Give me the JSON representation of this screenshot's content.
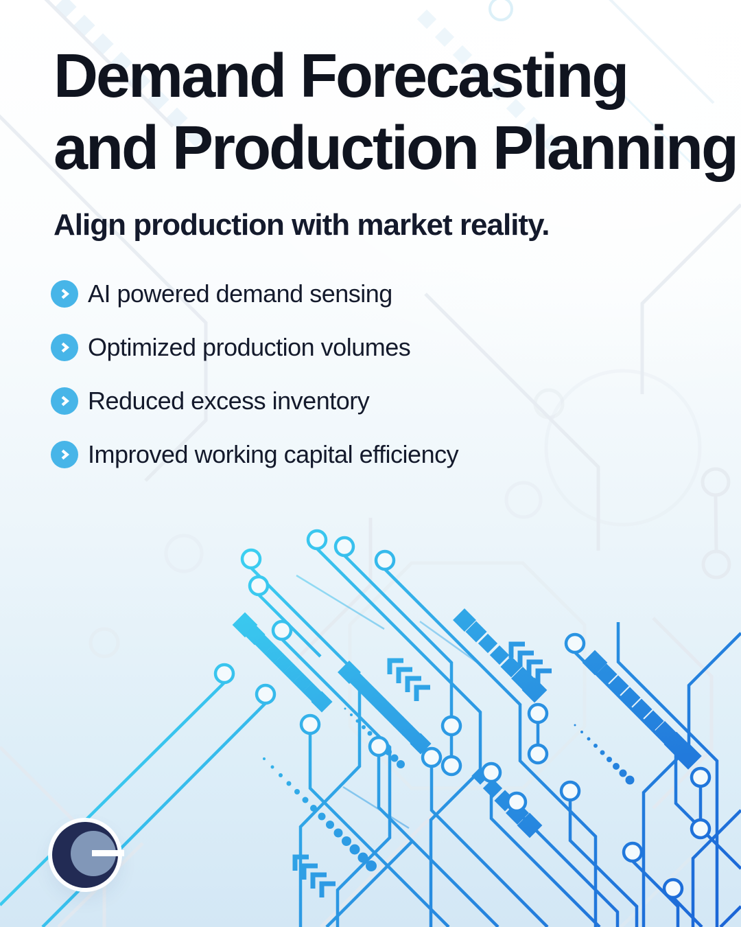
{
  "header": {
    "title_line1": "Demand Forecasting",
    "title_line2": "and Production Planning",
    "subtitle": "Align production with market reality."
  },
  "bullets": [
    "AI powered demand sensing",
    "Optimized production volumes",
    "Reduced excess inventory",
    "Improved working capital efficiency"
  ],
  "icons": {
    "bullet_marker": "chevron-right-circle-icon",
    "logo": "crescent-circle-logo"
  },
  "colors": {
    "accent_cyan": "#3ED5F2",
    "accent_mid": "#2D9BE4",
    "accent_blue": "#1A63D6",
    "bullet_icon": "#47B5E8",
    "title_text": "#10141F",
    "body_text": "#141A2C",
    "logo_navy": "#222B54",
    "logo_slate": "#8197B8",
    "bg_tint": "#D3E7F5"
  }
}
